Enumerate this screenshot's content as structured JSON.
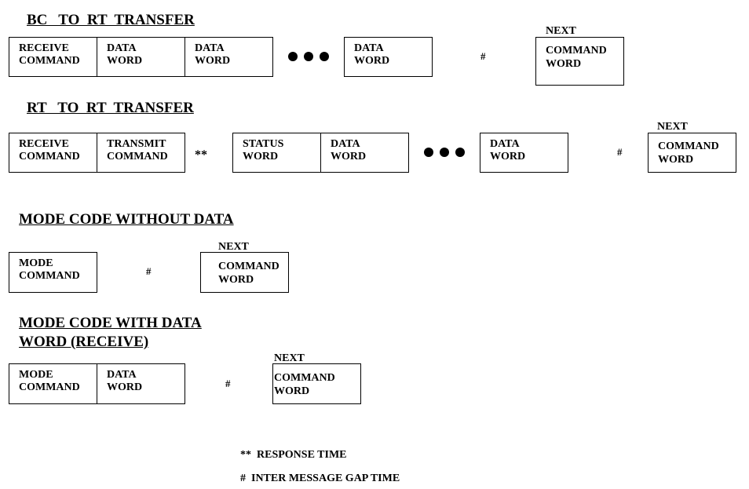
{
  "bc_rt": {
    "title": "BC   TO  RT  TRANSFER",
    "boxes": [
      {
        "l1": "RECEIVE",
        "l2": "COMMAND"
      },
      {
        "l1": "DATA",
        "l2": "WORD"
      },
      {
        "l1": "DATA",
        "l2": "WORD"
      },
      {
        "l1": "DATA",
        "l2": "WORD"
      }
    ],
    "gap": "#",
    "next_label": "NEXT",
    "next_box": {
      "l1": "COMMAND",
      "l2": "WORD"
    }
  },
  "rt_rt": {
    "title": "RT   TO  RT  TRANSFER",
    "boxes": [
      {
        "l1": "RECEIVE",
        "l2": "COMMAND"
      },
      {
        "l1": "TRANSMIT",
        "l2": "COMMAND"
      },
      {
        "l1": "STATUS",
        "l2": "WORD"
      },
      {
        "l1": "DATA",
        "l2": "WORD"
      },
      {
        "l1": "DATA",
        "l2": "WORD"
      }
    ],
    "response": "**",
    "gap": "#",
    "next_label": "NEXT",
    "next_box": {
      "l1": "COMMAND",
      "l2": "WORD"
    }
  },
  "mode_no_data": {
    "title": "MODE CODE WITHOUT DATA",
    "boxes": [
      {
        "l1": "MODE",
        "l2": "COMMAND"
      }
    ],
    "gap": "#",
    "next_label": "NEXT",
    "next_box": {
      "l1": "COMMAND",
      "l2": "WORD"
    }
  },
  "mode_with_data": {
    "title_line1": "MODE CODE WITH DATA",
    "title_line2": "WORD (RECEIVE)",
    "boxes": [
      {
        "l1": "MODE",
        "l2": "COMMAND"
      },
      {
        "l1": "DATA",
        "l2": "WORD"
      }
    ],
    "gap": "#",
    "next_label": "NEXT",
    "next_box": {
      "l1": "COMMAND",
      "l2": "WORD"
    }
  },
  "legend": {
    "response_time": "**  RESPONSE TIME",
    "gap_time": "#  INTER MESSAGE GAP TIME"
  }
}
